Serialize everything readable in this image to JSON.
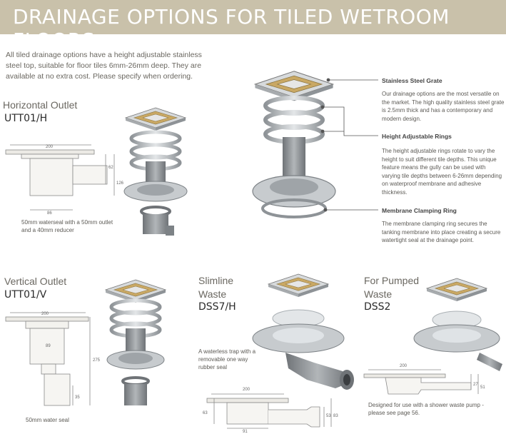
{
  "banner": {
    "title": "DRAINAGE OPTIONS FOR TILED WETROOM FLOORS"
  },
  "intro": "All tiled drainage options have a height adjustable stainless steel top, suitable for floor tiles 6mm-26mm deep. They are available at no extra cost. Please specify when ordering.",
  "horizontal": {
    "title": "Horizontal Outlet",
    "code": "UTT01/H",
    "note": "50mm waterseal with a 50mm outlet and a 40mm reducer",
    "dims": {
      "width": "200",
      "bottom": "86",
      "h1": "62",
      "h2": "126"
    }
  },
  "features": [
    {
      "title": "Stainless Steel Grate",
      "body": "Our drainage options are the most versatile on the market. The high quality stainless steel grate is 2.5mm thick and has a contemporary and modern design."
    },
    {
      "title": "Height Adjustable Rings",
      "body": "The height adjustable rings rotate to vary the height to suit different tile depths. This unique feature means the gully can be used with varying tile depths between 6-26mm depending on waterproof membrane and adhesive thickness."
    },
    {
      "title": "Membrane Clamping Ring",
      "body": "The membrane clamping ring secures the tanking membrane into place creating a secure watertight seal at the drainage point."
    }
  ],
  "vertical": {
    "title": "Vertical Outlet",
    "code": "UTT01/V",
    "note": "50mm water seal",
    "dims": {
      "width": "200",
      "mid": "89",
      "height": "275",
      "low": "35"
    }
  },
  "slimline": {
    "title_line1": "Slimline",
    "title_line2": "Waste",
    "code": "DSS7/H",
    "note": "A waterless trap with a removable one way rubber seal",
    "dims": {
      "width": "200",
      "bottom": "91",
      "h1": "63",
      "h2": "53",
      "h3": "83"
    }
  },
  "pumped": {
    "title_line1": "For Pumped",
    "title_line2": "Waste",
    "code": "DSS2",
    "note": "Designed for use with a shower waste pump - please see page 56.",
    "dims": {
      "width": "200",
      "h1": "27",
      "h2": "51"
    }
  },
  "colors": {
    "banner": "#c9c1aa",
    "steel": "#b8bcbf",
    "steel_dark": "#7d8286",
    "line": "#8a8a8a"
  }
}
